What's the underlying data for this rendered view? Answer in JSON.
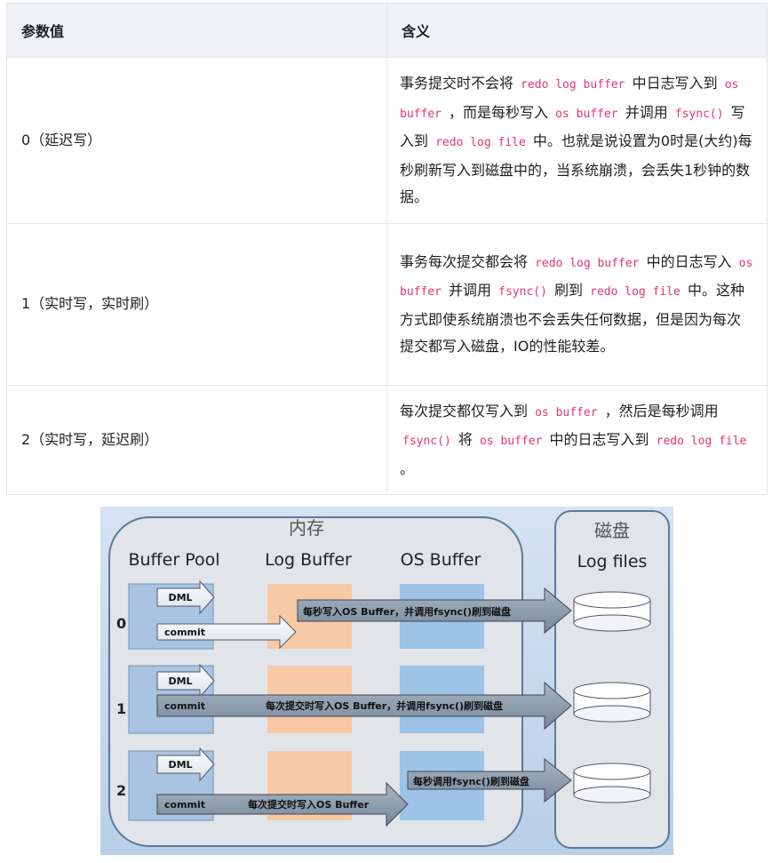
{
  "table": {
    "headers": [
      "参数值",
      "含义"
    ],
    "rows": [
      {
        "value": "0（延迟写）",
        "desc": [
          {
            "t": "事务提交时不会将 "
          },
          {
            "c": "redo log buffer"
          },
          {
            "t": " 中日志写入到 "
          },
          {
            "c": "os buffer"
          },
          {
            "t": " ，而是每秒写入 "
          },
          {
            "c": "os buffer"
          },
          {
            "t": " 并调用 "
          },
          {
            "c": "fsync()"
          },
          {
            "t": " 写入到 "
          },
          {
            "c": "redo log file"
          },
          {
            "t": " 中。也就是说设置为0时是(大约)每秒刷新写入到磁盘中的，当系统崩溃，会丢失1秒钟的数据。"
          }
        ]
      },
      {
        "value": "1（实时写，实时刷）",
        "desc": [
          {
            "t": "事务每次提交都会将 "
          },
          {
            "c": "redo log buffer"
          },
          {
            "t": " 中的日志写入 "
          },
          {
            "c": "os buffer"
          },
          {
            "t": " 并调用 "
          },
          {
            "c": "fsync()"
          },
          {
            "t": " 刷到 "
          },
          {
            "c": "redo log file"
          },
          {
            "t": " 中。这种方式即使系统崩溃也不会丢失任何数据，但是因为每次提交都写入磁盘，IO的性能较差。"
          }
        ]
      },
      {
        "value": "2（实时写，延迟刷）",
        "desc": [
          {
            "t": "每次提交都仅写入到 "
          },
          {
            "c": "os buffer"
          },
          {
            "t": " ，然后是每秒调用 "
          },
          {
            "c": "fsync()"
          },
          {
            "t": " 将 "
          },
          {
            "c": "os buffer"
          },
          {
            "t": " 中的日志写入到 "
          },
          {
            "c": "redo log file"
          },
          {
            "t": " 。"
          }
        ]
      }
    ]
  },
  "diagram": {
    "memory_label": "内存",
    "disk_label": "磁盘",
    "col_buffer_pool": "Buffer Pool",
    "col_log_buffer": "Log Buffer",
    "col_os_buffer": "OS Buffer",
    "col_log_files": "Log files",
    "rows": [
      {
        "num": "0",
        "dml": "DML",
        "commit": "commit",
        "arrow": "每秒写入OS Buffer，并调用fsync()刷到磁盘"
      },
      {
        "num": "1",
        "dml": "DML",
        "commit": "commit",
        "arrow": "每次提交时写入OS Buffer，并调用fsync()刷到磁盘"
      },
      {
        "num": "2",
        "dml": "DML",
        "commit": "commit",
        "arrow": "每次提交时写入OS Buffer",
        "arrow2": "每秒调用fsync()刷到磁盘"
      }
    ],
    "colors": {
      "background": "#c6d9ef",
      "memory_panel": "#dfe2e6",
      "log_buffer": "#f8c9a5",
      "os_buffer": "#9dc3e6",
      "arrow": "#8a9bab"
    }
  }
}
